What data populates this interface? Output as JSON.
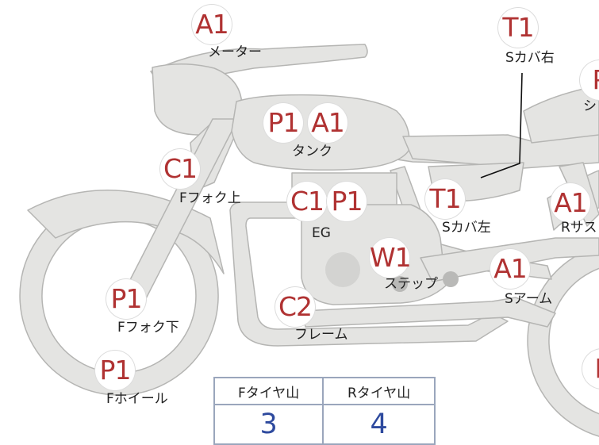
{
  "badges": [
    {
      "id": "meter-a1",
      "code": "A1"
    },
    {
      "id": "scover-r-t1",
      "code": "T1"
    },
    {
      "id": "seat-p1",
      "code": "P"
    },
    {
      "id": "tank-p1",
      "code": "P1"
    },
    {
      "id": "tank-a1",
      "code": "A1"
    },
    {
      "id": "ffork-upper-c1",
      "code": "C1"
    },
    {
      "id": "eg-c1",
      "code": "C1"
    },
    {
      "id": "eg-p1",
      "code": "P1"
    },
    {
      "id": "scover-l-t1",
      "code": "T1"
    },
    {
      "id": "rsus-a1",
      "code": "A1"
    },
    {
      "id": "step-w1",
      "code": "W1"
    },
    {
      "id": "sarm-a1",
      "code": "A1"
    },
    {
      "id": "ffork-lower-p1",
      "code": "P1"
    },
    {
      "id": "frame-c2",
      "code": "C2"
    },
    {
      "id": "fwheel-p1",
      "code": "P1"
    },
    {
      "id": "rwheel-p",
      "code": "P"
    }
  ],
  "labels": {
    "meter": "メーター",
    "scover_right": "Sカバ右",
    "seat": "シ",
    "tank": "タンク",
    "ffork_upper": "Fフォク上",
    "eg": "EG",
    "scover_left": "Sカバ左",
    "rsus": "Rサス",
    "step": "ステップ",
    "sarm": "Sアーム",
    "ffork_lower": "Fフォク下",
    "frame": "フレーム",
    "fwheel": "Fホイール"
  },
  "tire_table": {
    "headers": [
      "Fタイヤ山",
      "Rタイヤ山"
    ],
    "values": [
      "3",
      "4"
    ]
  },
  "colors": {
    "part_fill": "#e4e4e2",
    "part_stroke": "#b5b5b3",
    "badge_text": "#b03232",
    "table_value": "#2e4a9e",
    "table_border": "#9aa6bc"
  }
}
